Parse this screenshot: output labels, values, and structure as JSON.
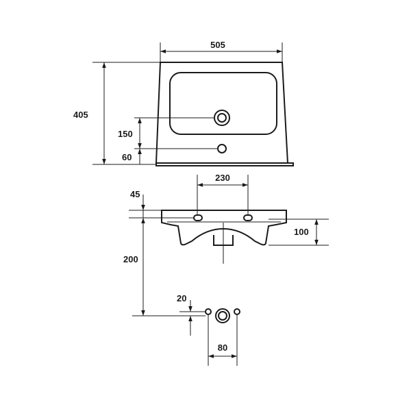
{
  "dimensions": {
    "width_505": "505",
    "depth_405": "405",
    "tap_150": "150",
    "overflow_60": "60",
    "spacing_230": "230",
    "height_45": "45",
    "bowl_100": "100",
    "height_200": "200",
    "offset_20": "20",
    "spacing_80": "80"
  },
  "colors": {
    "line": "#1a1a1a",
    "background": "#ffffff"
  }
}
